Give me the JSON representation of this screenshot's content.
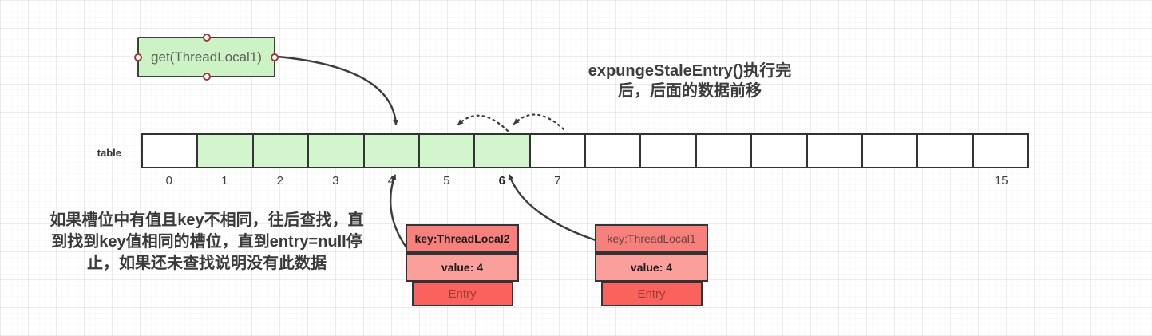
{
  "get_box": {
    "label": "get(ThreadLocal1)"
  },
  "callout": {
    "line1": "expungeStaleEntry()执行完",
    "line2": "后，后面的数据前移"
  },
  "note": {
    "line1": "如果槽位中有值且key不相同，往后查找，直",
    "line2": "到找到key值相同的槽位，直到entry=null停",
    "line3": "止，如果还未查找说明没有此数据"
  },
  "table": {
    "label": "table",
    "slots": [
      {
        "index": "0",
        "filled": false,
        "show_label": true,
        "bold": false
      },
      {
        "index": "1",
        "filled": true,
        "show_label": true,
        "bold": false
      },
      {
        "index": "2",
        "filled": true,
        "show_label": true,
        "bold": false
      },
      {
        "index": "3",
        "filled": true,
        "show_label": true,
        "bold": false
      },
      {
        "index": "4",
        "filled": true,
        "show_label": true,
        "bold": false
      },
      {
        "index": "5",
        "filled": true,
        "show_label": true,
        "bold": false
      },
      {
        "index": "6",
        "filled": true,
        "show_label": true,
        "bold": true
      },
      {
        "index": "7",
        "filled": false,
        "show_label": true,
        "bold": false
      },
      {
        "index": "8",
        "filled": false,
        "show_label": false,
        "bold": false
      },
      {
        "index": "9",
        "filled": false,
        "show_label": false,
        "bold": false
      },
      {
        "index": "10",
        "filled": false,
        "show_label": false,
        "bold": false
      },
      {
        "index": "11",
        "filled": false,
        "show_label": false,
        "bold": false
      },
      {
        "index": "12",
        "filled": false,
        "show_label": false,
        "bold": false
      },
      {
        "index": "13",
        "filled": false,
        "show_label": false,
        "bold": false
      },
      {
        "index": "14",
        "filled": false,
        "show_label": false,
        "bold": false
      },
      {
        "index": "15",
        "filled": false,
        "show_label": true,
        "bold": false
      }
    ]
  },
  "entries": [
    {
      "key": "key:ThreadLocal2",
      "value": "value: 4",
      "type": "Entry"
    },
    {
      "key": "key:ThreadLocal1",
      "value": "value: 4",
      "type": "Entry"
    }
  ],
  "colors": {
    "box_green": "#ccf2c6",
    "slot_filled": "#d3f5cd",
    "key_bg": "#f8807c",
    "value_bg": "#fa9f9c",
    "tab_bg": "#f9625d",
    "arrow": "#3b3b3b"
  }
}
